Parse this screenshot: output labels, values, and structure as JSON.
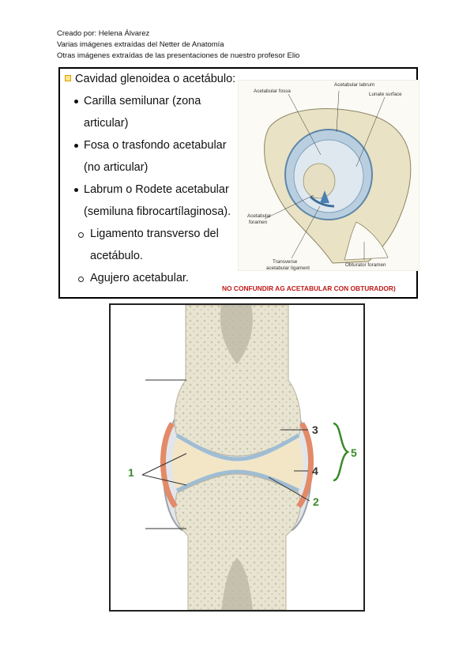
{
  "header": {
    "line1": "Creado por: Helena Álvarez",
    "line2": "Varias imágenes extraídas del Netter de Anatomía",
    "line3": "Otras imágenes extraídas de las presentaciones de nuestro profesor Elio"
  },
  "slide": {
    "title": "Cavidad glenoidea o acetábulo:",
    "bullets": [
      {
        "line1": "Carilla semilunar (zona",
        "line2": "articular)"
      },
      {
        "line1": "Fosa o trasfondo acetabular",
        "line2": "(no articular)"
      },
      {
        "line1": "Labrum o Rodete acetabular",
        "line2": "(semiluna fibrocartílaginosa)."
      }
    ],
    "sub_bullets": [
      {
        "line1": "Ligamento transverso del",
        "line2": "acetábulo."
      },
      {
        "line1": "Agujero acetabular."
      }
    ],
    "figure_labels": {
      "labrum": "Acetabular labrum",
      "fossa": "Acetabular fossa",
      "lunate": "Lunate surface",
      "foramen_1": "Acetabular",
      "foramen_2": "foramen",
      "transverse_1": "Transverse",
      "transverse_2": "acetabular ligament",
      "obturator": "Obturator foramen"
    },
    "warning": "NO CONFUNDIR AG ACETABULAR CON OBTURADOR)"
  },
  "joint_figure": {
    "labels": {
      "n1": "1",
      "n2": "2",
      "n3": "3",
      "n4": "4",
      "n5": "5"
    }
  },
  "colors": {
    "label_green": "#3a8a2a",
    "warning_red": "#c21818",
    "cartilage_blue": "#a9c4d6",
    "bone": "#e6e1cf"
  }
}
